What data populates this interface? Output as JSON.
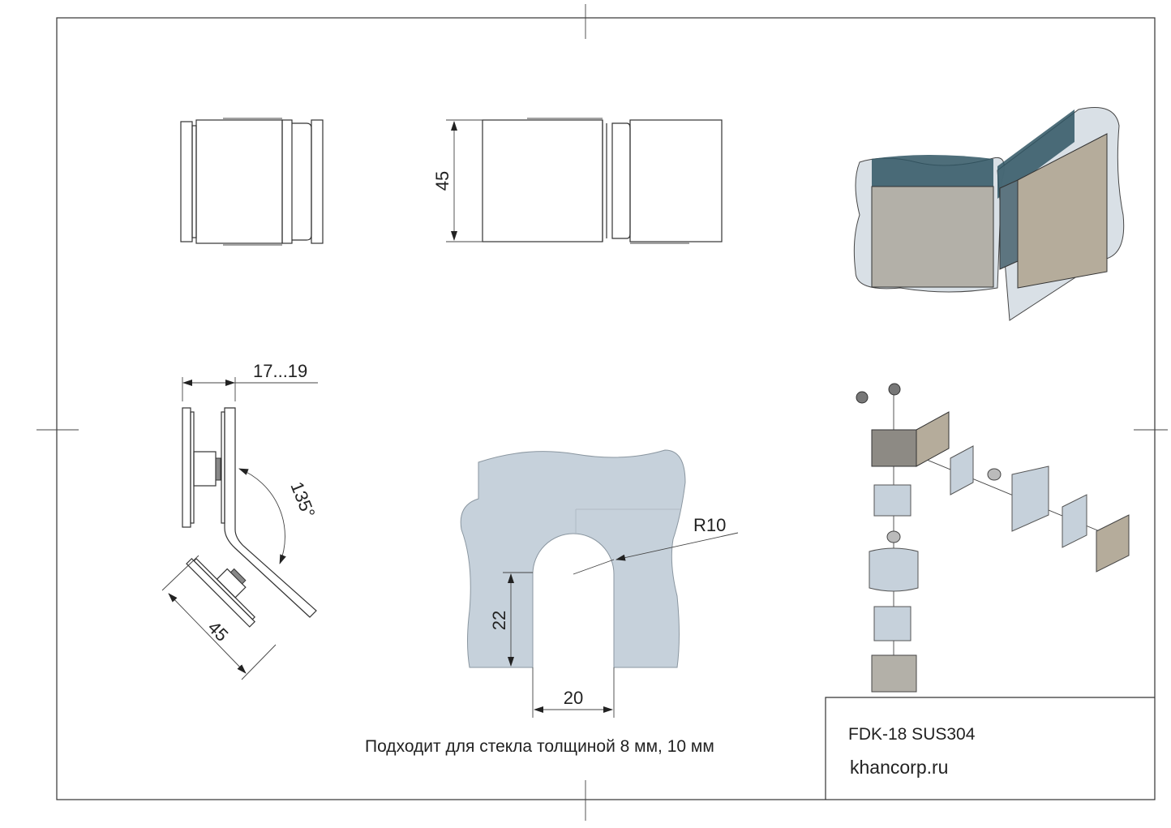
{
  "drawing": {
    "front_view": {
      "height_dim": "45"
    },
    "side_view": {
      "gap_dim": "17...19",
      "angle_dim": "135°",
      "length_dim": "45"
    },
    "glass_cutout": {
      "radius_dim": "R10",
      "depth_dim": "22",
      "width_dim": "20"
    },
    "note": "Подходит для стекла толщиной 8 мм, 10 мм"
  },
  "title_block": {
    "model": "FDK-18 SUS304",
    "website": "khancorp.ru"
  },
  "colors": {
    "glass": "#c6d1db",
    "metal": "#b5b0a6",
    "glass_edge": "#2f5563"
  }
}
